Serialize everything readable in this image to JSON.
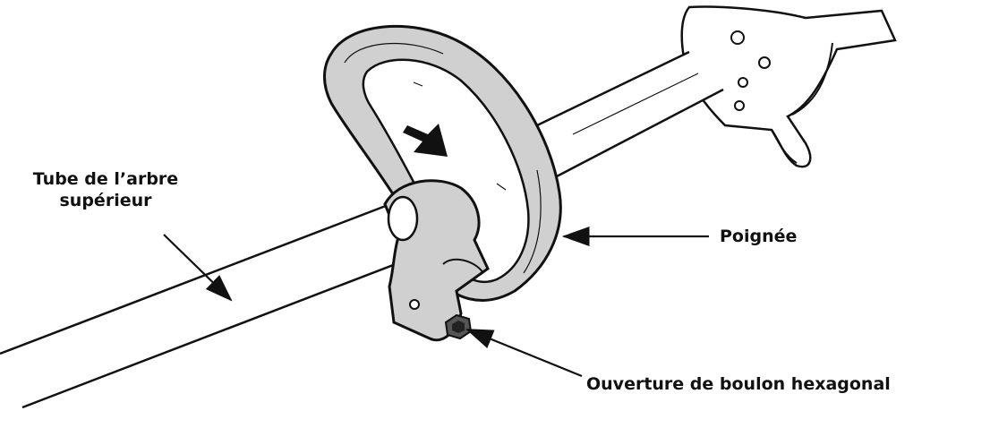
{
  "diagram": {
    "labels": {
      "tube_line1": "Tube de l’arbre",
      "tube_line2": "supérieur",
      "handle": "Poignée",
      "hex_bolt": "Ouverture de boulon hexagonal"
    },
    "parts": [
      {
        "id": "upper-shaft-tube",
        "icon": "tube-shape"
      },
      {
        "id": "handle",
        "icon": "loop-handle-shape"
      },
      {
        "id": "hex-bolt-opening",
        "icon": "hex-bolt-shape"
      },
      {
        "id": "trigger-housing",
        "icon": "trigger-housing-shape"
      },
      {
        "id": "direction-arrow",
        "icon": "arrow-down-right-icon"
      }
    ],
    "colors": {
      "line": "#111111",
      "handle_fill": "#d0d0d0",
      "background": "#ffffff"
    }
  }
}
